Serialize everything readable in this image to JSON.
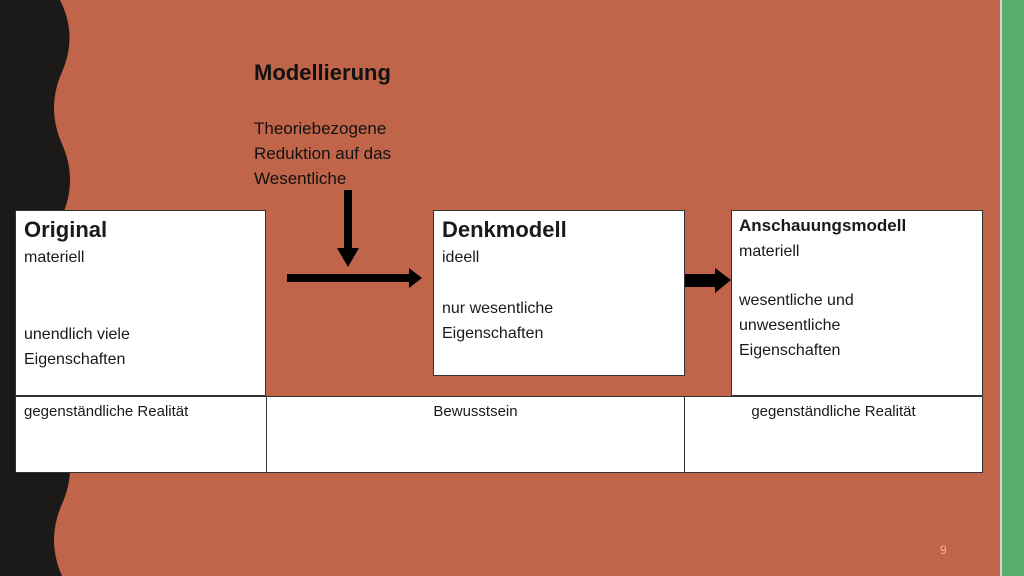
{
  "slide": {
    "title": "Modellierung",
    "subtitle": "Theoriebezogene\nReduktion auf das\nWesentliche",
    "page_number": "9"
  },
  "boxes": {
    "original": {
      "title": "Original",
      "line1": "materiell",
      "line2": "unendlich viele\nEigenschaften"
    },
    "denkmodell": {
      "title": "Denkmodell",
      "line1": "ideell",
      "line2": "nur wesentliche\nEigenschaften"
    },
    "anschauungsmodell": {
      "title": "Anschauungsmodell",
      "line1": "materiell",
      "line2": "wesentliche und\nunwesentliche\nEigenschaften"
    }
  },
  "table": {
    "cells": [
      "gegenständliche Realität",
      "Bewusstsein",
      "gegenständliche Realität"
    ]
  },
  "colors": {
    "background": "#c0654a",
    "left_strip": "#1c1a19",
    "right_accent": "#57ad6c",
    "box_fill": "#ffffff"
  }
}
